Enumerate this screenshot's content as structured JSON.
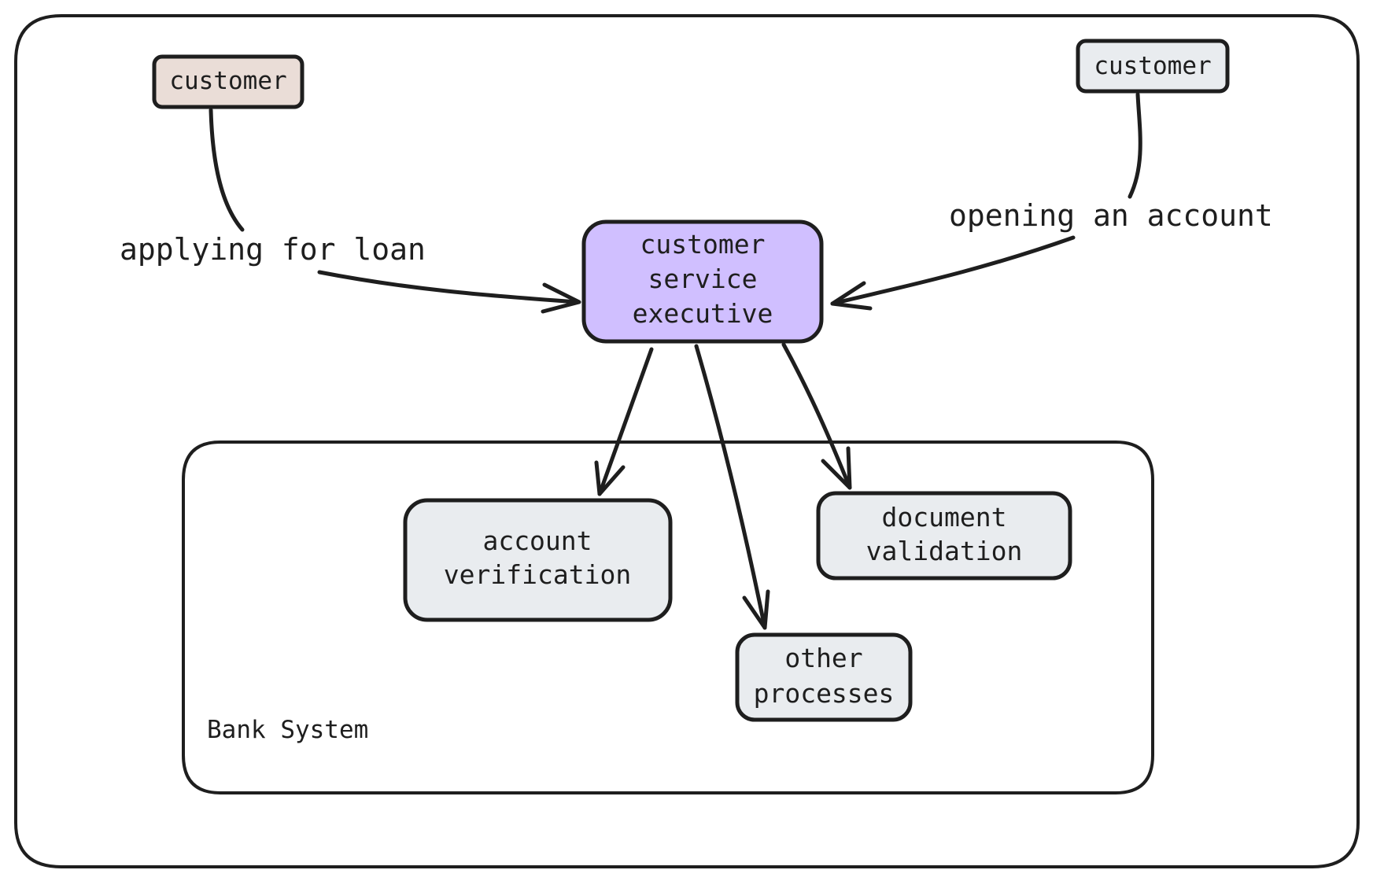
{
  "colors": {
    "stroke": "#1e1e1e",
    "customer_left_fill": "#eaddd7",
    "customer_right_fill": "#e9ecef",
    "executive_fill": "#d0bfff",
    "process_fill": "#e9ecef"
  },
  "diagram": {
    "outer_frame_label": "",
    "actors": [
      {
        "id": "customer-left",
        "label": "customer"
      },
      {
        "id": "customer-right",
        "label": "customer"
      }
    ],
    "edge_labels": {
      "loan": "applying for loan",
      "account": "opening an account"
    },
    "executive": {
      "lines": [
        "customer",
        "service",
        "executive"
      ]
    },
    "bank_system": {
      "label": "Bank System",
      "processes": [
        {
          "id": "account-verification",
          "lines": [
            "account",
            "verification"
          ]
        },
        {
          "id": "document-validation",
          "lines": [
            "document",
            "validation"
          ]
        },
        {
          "id": "other-processes",
          "lines": [
            "other",
            "processes"
          ]
        }
      ]
    }
  }
}
